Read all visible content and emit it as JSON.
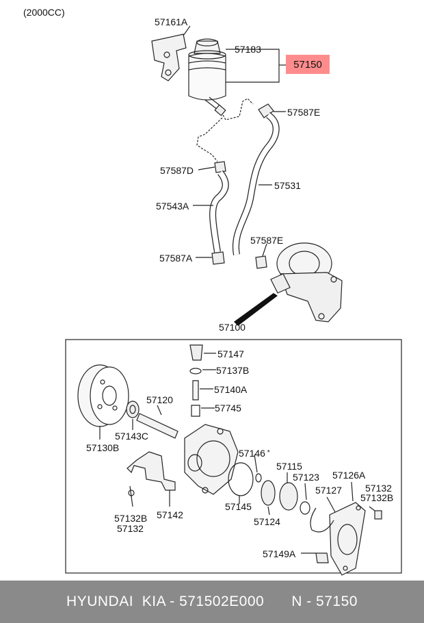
{
  "header": {
    "variant": "(2000CC)"
  },
  "highlight": {
    "part": "57150",
    "color": "#ff8c8c"
  },
  "labels": {
    "l57161A": "57161A",
    "l57183": "57183",
    "l57587E_top": "57587E",
    "l57587D": "57587D",
    "l57531": "57531",
    "l57543A": "57543A",
    "l57587E_mid": "57587E",
    "l57587A": "57587A",
    "l57100": "57100",
    "l57147": "57147",
    "l57137B": "57137B",
    "l57140A": "57140A",
    "l57745": "57745",
    "l57120": "57120",
    "l57143C": "57143C",
    "l57130B": "57130B",
    "l57146": "57146",
    "l57115": "57115",
    "l57123": "57123",
    "l57126A": "57126A",
    "l57127": "57127",
    "l57132_a": "57132",
    "l57132B_a": "57132B",
    "l57145": "57145",
    "l57124": "57124",
    "l57132B_b": "57132B",
    "l57132_b": "57132",
    "l57142": "57142",
    "l57149A": "57149A"
  },
  "footer": {
    "brand_part": "HYUNDAI  KIA - 571502E000",
    "ref": "N - 57150",
    "bg_color": "#8a8a8a"
  }
}
